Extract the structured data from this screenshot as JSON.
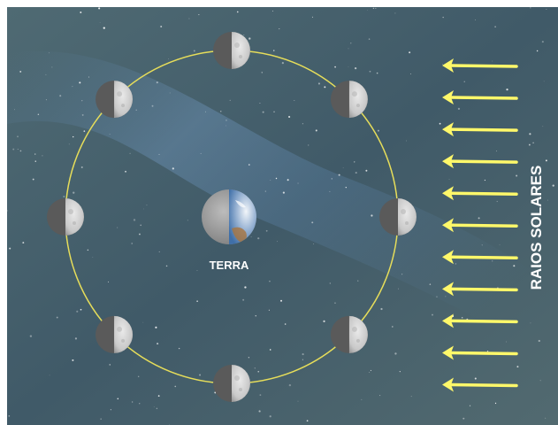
{
  "labels": {
    "earth": "TERRA",
    "sun_rays": "RAIOS SOLARES"
  },
  "moon_phase_count": 8,
  "sun_ray_count": 11,
  "colors": {
    "orbit": "#e6dd5a",
    "sun_ray": "#fff86a",
    "background": "#4a6068",
    "label_text": "#ffffff"
  }
}
